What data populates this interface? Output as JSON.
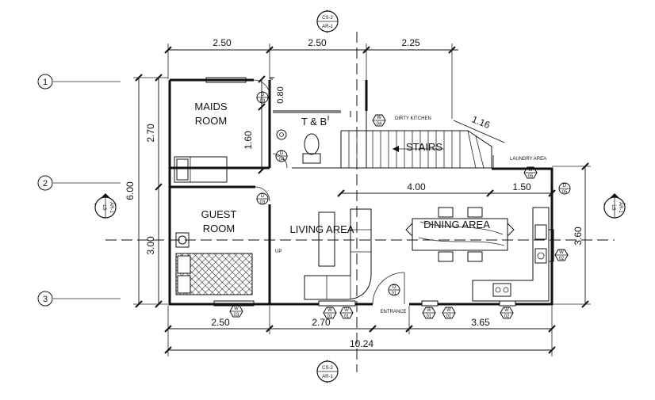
{
  "dimensions": {
    "top_1": "2.50",
    "top_2": "2.50",
    "top_3": "2.25",
    "left_total": "6.00",
    "left_upper": "2.70",
    "left_lower": "3.00",
    "right_height": "3.60",
    "bottom_1": "2.50",
    "bottom_2": "2.70",
    "bottom_3": "3.65",
    "overall": "10.24",
    "stairs_length": "4.00",
    "laundry_width": "1.50",
    "stair_diag": "1.16",
    "tb_upper": "0.80",
    "tb_lower": "1.60"
  },
  "grid": [
    "1",
    "2",
    "3"
  ],
  "rooms": {
    "maids": [
      "MAIDS",
      "ROOM"
    ],
    "guest": [
      "GUEST",
      "ROOM"
    ],
    "tb": "T & B",
    "living": "LIVING AREA",
    "dining": "DINING AREA",
    "stairs": "STAIRS",
    "dirty_kitchen": "DIRTY KITCHEN",
    "laundry": "LAUNDRY AREA",
    "entrance": "ENTRANCE"
  },
  "section_tags": {
    "top": [
      "CS-2",
      "AR-1"
    ],
    "bottom": [
      "CS-2",
      "AR-1"
    ],
    "left": [
      "LS",
      "AR-1"
    ],
    "right": [
      "LS",
      "AR-1"
    ]
  },
  "door_tags": {
    "d03": [
      "D",
      "03"
    ],
    "d04": [
      "D",
      "04"
    ],
    "d01": [
      "D",
      "01"
    ],
    "d05": [
      "D",
      "05"
    ]
  },
  "window_tags": {
    "w04": [
      "W",
      "04"
    ],
    "w05": [
      "W",
      "05"
    ],
    "w02": [
      "W",
      "02"
    ],
    "w03": [
      "W",
      "03"
    ],
    "w01": [
      "W",
      "01"
    ]
  },
  "stair_mark": "UP"
}
